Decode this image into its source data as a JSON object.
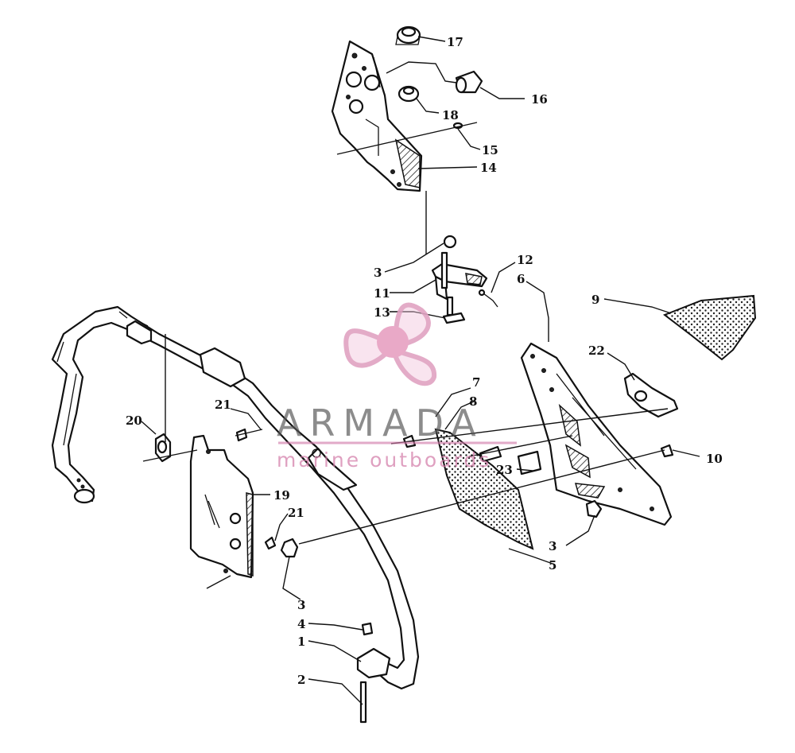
{
  "callouts": {
    "c1": "1",
    "c2": "2",
    "c3a": "3",
    "c3b": "3",
    "c3c": "3",
    "c4": "4",
    "c5": "5",
    "c6": "6",
    "c7": "7",
    "c8": "8",
    "c9": "9",
    "c10": "10",
    "c11": "11",
    "c12": "12",
    "c13": "13",
    "c14": "14",
    "c15": "15",
    "c16": "16",
    "c17": "17",
    "c18": "18",
    "c19": "19",
    "c20": "20",
    "c21a": "21",
    "c21b": "21",
    "c22": "22",
    "c23": "23"
  },
  "watermark": {
    "brand": "ARMADA",
    "tagline": "marine outboards",
    "logo_icon": "propeller-icon",
    "logo_color": "#e8a9c9",
    "logo_hub_color": "#e7a0c2"
  }
}
